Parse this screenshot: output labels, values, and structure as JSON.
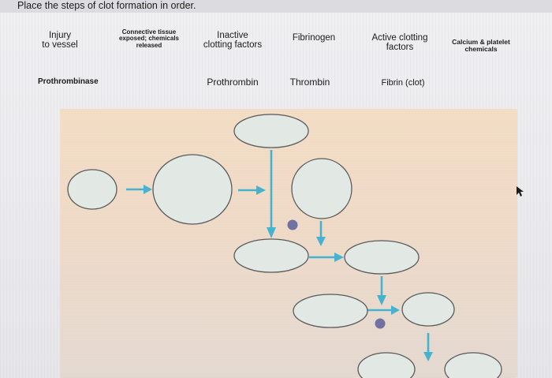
{
  "title": "Place the steps of clot formation in order.",
  "terms": {
    "injury": [
      "Injury",
      "to vessel"
    ],
    "connective": [
      "Connective tissue",
      "exposed; chemicals",
      "released"
    ],
    "inactive": [
      "Inactive",
      "clotting factors"
    ],
    "fibrinogen": [
      "Fibrinogen"
    ],
    "active": [
      "Active clotting",
      "factors"
    ],
    "calcium": [
      "Calcium & platelet",
      "chemicals"
    ],
    "prothrombinase": [
      "Prothrombinase"
    ],
    "prothrombin": [
      "Prothrombin"
    ],
    "thrombin": [
      "Thrombin"
    ],
    "fibrin": [
      "Fibrin (clot)"
    ]
  },
  "colors": {
    "arrow": "#45b2cf",
    "dot": "#6f72a3",
    "slot_fill": "#e2e8e4",
    "panel": "#eed9c6"
  }
}
